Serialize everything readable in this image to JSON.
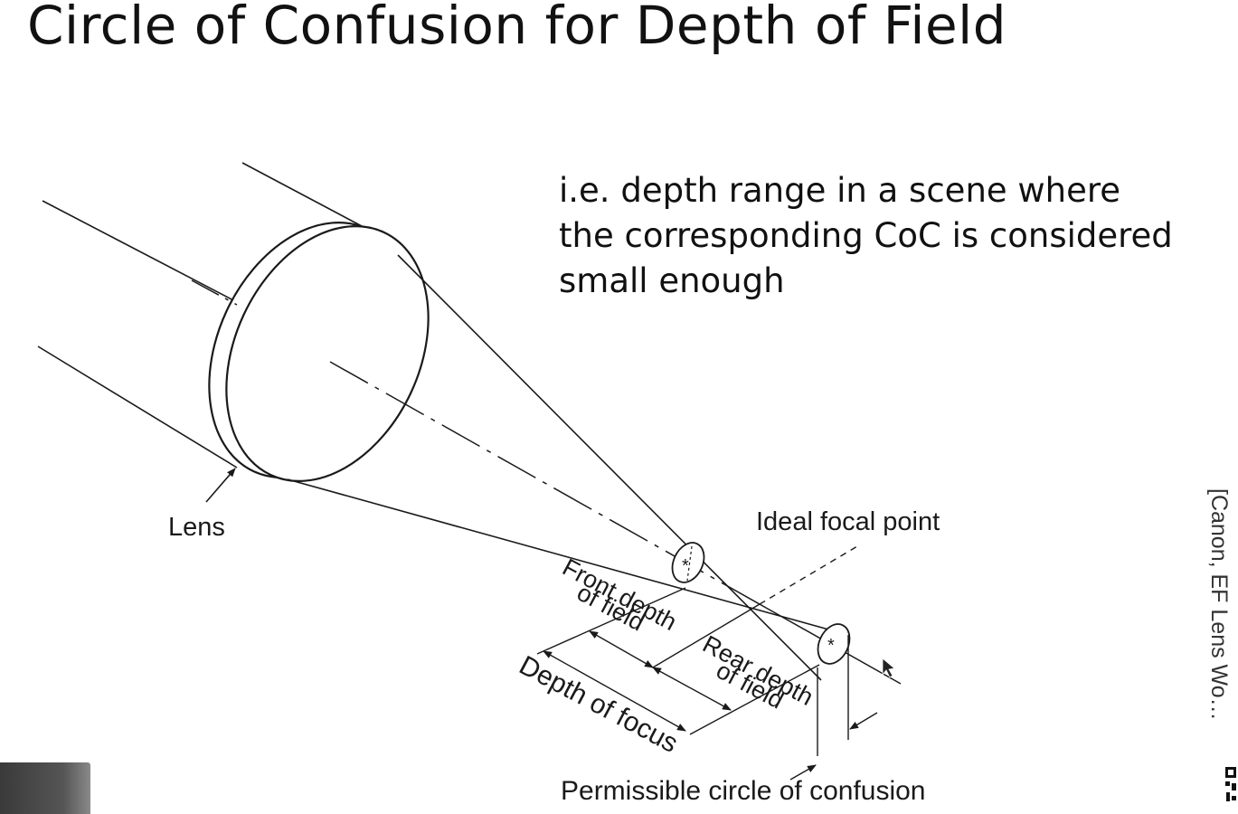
{
  "title": "Circle of Confusion for Depth of Field",
  "explanation": {
    "line1": "i.e. depth range in a scene where",
    "line2": "the corresponding CoC is considered",
    "line3": "small enough"
  },
  "diagram": {
    "lens_label": "Lens",
    "focal_point_label": "Ideal focal point",
    "front_dof_line1": "Front depth",
    "front_dof_line2": "of field",
    "rear_dof_line1": "Rear depth",
    "rear_dof_line2": "of field",
    "depth_of_focus_label": "Depth of focus",
    "coc_label": "Permissible circle of confusion"
  },
  "citation": "[Canon, EF Lens Wo…",
  "colors": {
    "background": "#ffffff",
    "ink": "#111111"
  }
}
